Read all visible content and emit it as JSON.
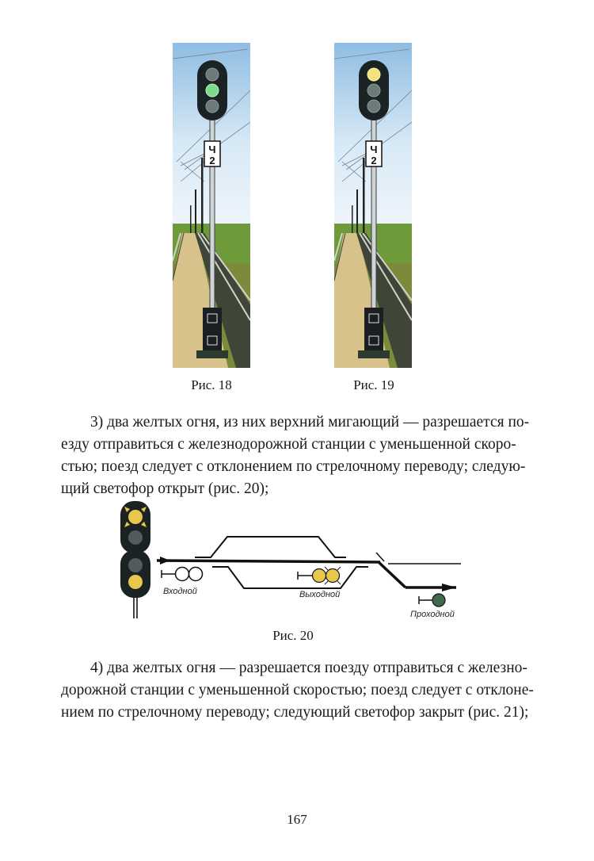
{
  "figures": {
    "fig18": {
      "caption": "Рис. 18",
      "signal_plate": [
        "Ч",
        "2"
      ],
      "lights": [
        {
          "position": "top",
          "state": "off",
          "color": "#6c7a78"
        },
        {
          "position": "middle",
          "state": "on",
          "color": "#7fd88a"
        },
        {
          "position": "bottom",
          "state": "off",
          "color": "#6c7a78"
        }
      ]
    },
    "fig19": {
      "caption": "Рис. 19",
      "signal_plate": [
        "Ч",
        "2"
      ],
      "lights": [
        {
          "position": "top",
          "state": "on",
          "color": "#f2e27a"
        },
        {
          "position": "middle",
          "state": "off",
          "color": "#6c7a78"
        },
        {
          "position": "bottom",
          "state": "off",
          "color": "#6c7a78"
        }
      ]
    },
    "fig20": {
      "caption": "Рис. 20",
      "labels": {
        "entry": "Входной",
        "exit": "Выходной",
        "through": "Проходной"
      },
      "colors": {
        "yellow": "#e8c84a",
        "green_dark": "#3e6b4c",
        "signal_body": "#1b2224",
        "lamp_off": "#555a5c"
      }
    }
  },
  "paragraphs": {
    "p3": {
      "lines": [
        "3) два желтых огня, из них верхний мигающий — разрешается по-",
        "езду отправиться с железнодорожной станции с уменьшенной скоро-",
        "стью; поезд следует с отклонением по стрелочному переводу; следую-",
        "щий светофор открыт (рис. 20);"
      ]
    },
    "p4": {
      "lines": [
        "4) два желтых огня — разрешается поезду отправиться с железно-",
        "дорожной станции с уменьшенной скоростью; поезд следует с отклоне-",
        "нием по стрелочному переводу; следующий светофор закрыт (рис. 21);"
      ]
    }
  },
  "page_number": "167"
}
